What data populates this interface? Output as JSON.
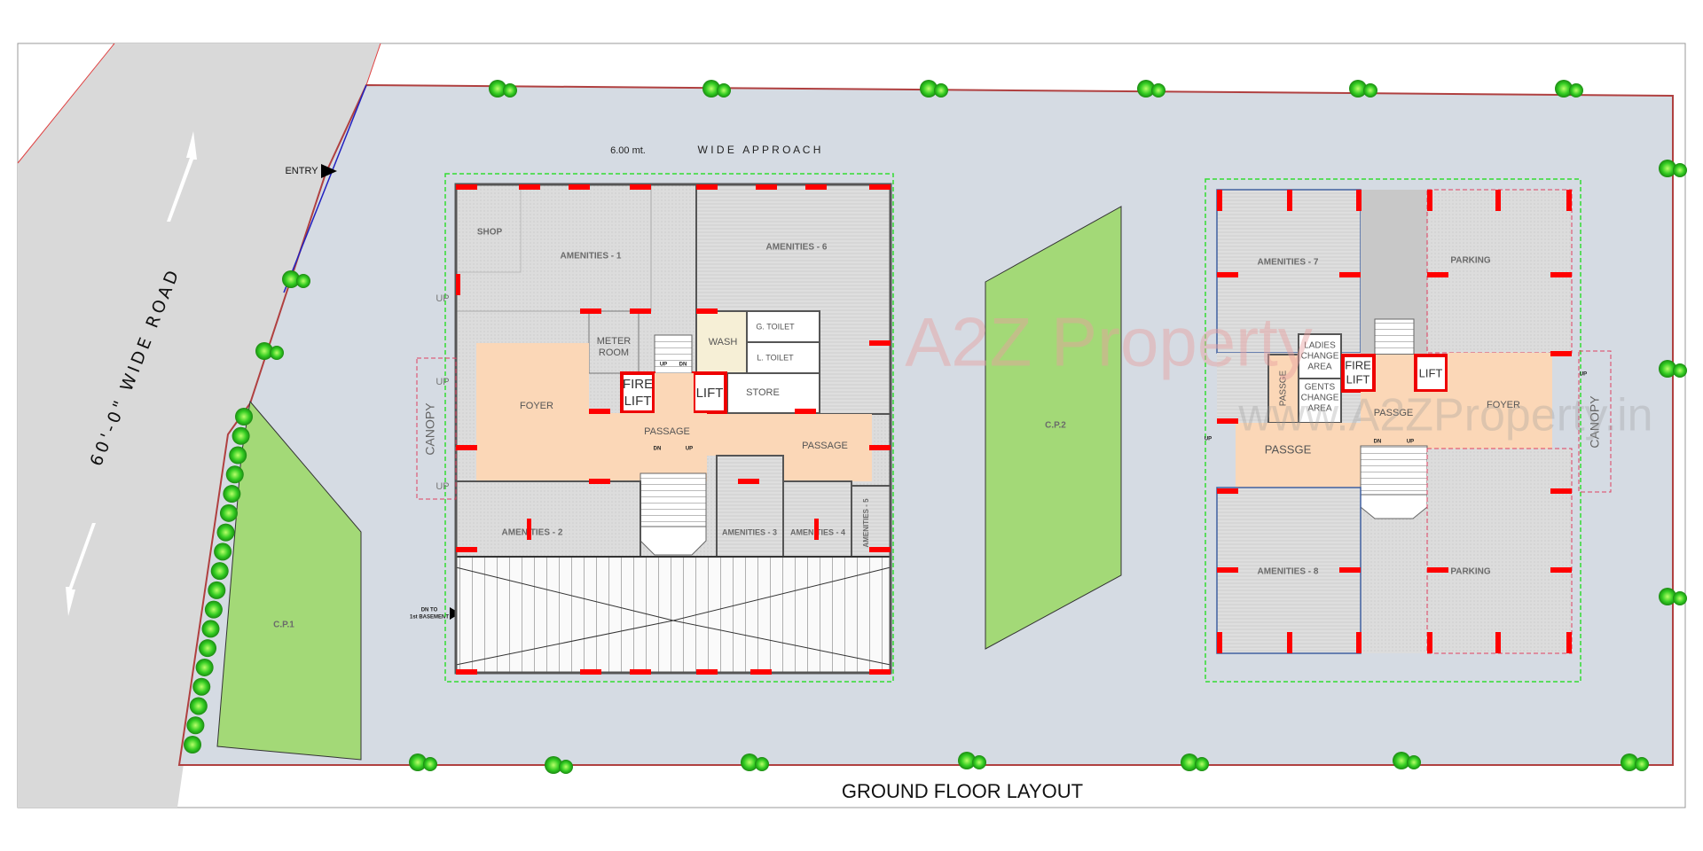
{
  "title": "GROUND FLOOR LAYOUT",
  "road_label": "60'-0\" WIDE ROAD",
  "approach": {
    "width": "6.00 mt.",
    "label": "W I D E   A P P R O A C H"
  },
  "entry": "ENTRY",
  "basement": {
    "line1": "DN TO",
    "line2": "1st BASEMENT"
  },
  "car_parks": {
    "cp1": "C.P.1",
    "cp2": "C.P.2"
  },
  "watermark": {
    "logo": "A2Z Property",
    "url": "www.A2ZProperty.in"
  },
  "colors": {
    "site": "#d5dbe3",
    "road": "#d9d9d9",
    "green": "#a3d977",
    "peach": "#fbd7b7",
    "column": "#ff0000"
  },
  "block_left": {
    "shop": "SHOP",
    "amenities_1": "AMENITIES - 1",
    "amenities_2": "AMENITIES - 2",
    "amenities_3": "AMENITIES - 3",
    "amenities_4": "AMENITIES - 4",
    "amenities_5": "AMENITIES - 5",
    "amenities_6": "AMENITIES - 6",
    "meter_room": [
      "METER",
      "ROOM"
    ],
    "fire_lift": [
      "FIRE",
      "LIFT"
    ],
    "lift": "LIFT",
    "wash": "WASH",
    "g_toilet": "G. TOILET",
    "l_toilet": "L. TOILET",
    "store": "STORE",
    "foyer": "FOYER",
    "passage_1": "PASSAGE",
    "passage_2": "PASSAGE",
    "canopy": "CANOPY",
    "up": "UP",
    "dn": "DN"
  },
  "block_right": {
    "amenities_7": "AMENITIES - 7",
    "amenities_8": "AMENITIES - 8",
    "parking_1": "PARKING",
    "parking_2": "PARKING",
    "ladies": [
      "LADIES",
      "CHANGE",
      "AREA"
    ],
    "gents": [
      "GENTS",
      "CHANGE",
      "AREA"
    ],
    "passge_v": "PASSGE",
    "passge_c": "PASSGE",
    "passge_l": "PASSGE",
    "fire_lift": [
      "FIRE",
      "LIFT"
    ],
    "lift": "LIFT",
    "foyer": "FOYER",
    "canopy": "CANOPY",
    "up": "UP",
    "dn": "DN"
  }
}
